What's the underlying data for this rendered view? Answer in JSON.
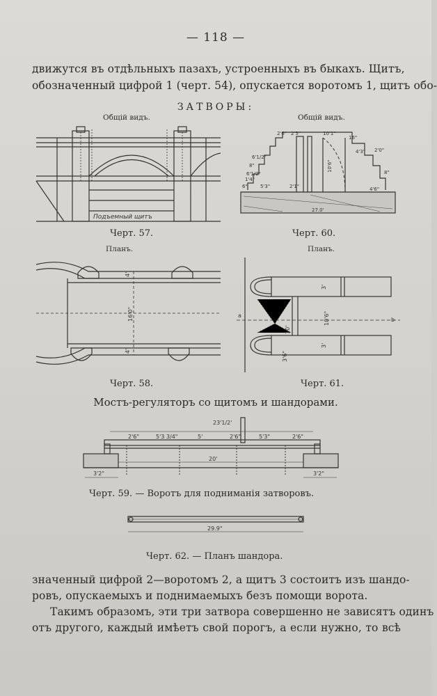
{
  "page_number": "— 118 —",
  "top_text": [
    "движутся въ отдѣльныхъ пазахъ, устроенныхъ въ быкахъ. Щитъ,",
    "обозначенный цифрой 1 (черт. 54), опускается воротомъ 1, щитъ обо-"
  ],
  "section_title": "ЗАТВОРЫ:",
  "figures": {
    "fig57": {
      "view_label": "Общій видъ.",
      "caption": "Черт. 57.",
      "inner_label": "Подъемный щитъ"
    },
    "fig60": {
      "view_label": "Общій видъ.",
      "caption": "Черт. 60.",
      "dims": {
        "d1": "2'6\"",
        "d2": "2'5\"",
        "d3": "10'1\"",
        "d4": "16\"",
        "d5": "4'3\"",
        "d6": "2'0\"",
        "d7": "10'6\"",
        "d8": "5'3\"",
        "d9": "2'1\"",
        "d10": "4'6\"",
        "d11": "27.0'",
        "d12": "6'1/2\"",
        "d13": "8\"",
        "d14": "6'1/2\"",
        "d15": "1'4\"",
        "d16": "6\"",
        "d17": "8\""
      }
    },
    "fig58": {
      "view_label": "Планъ.",
      "caption": "Черт. 58.",
      "dims": {
        "top": "4'",
        "middle": "16'0\"",
        "bottom": "4'"
      }
    },
    "fig61": {
      "view_label": "Планъ.",
      "caption": "Черт. 61.",
      "label_a": "a",
      "label_b": "b",
      "dims": {
        "top": "3'",
        "middle": "10'6\"",
        "bottom": "3'",
        "left_top": "10'",
        "left_bottom": "3'6\""
      }
    },
    "fig59": {
      "caption": "Черт. 59. — Воротъ для подниманія затворовъ.",
      "dims": {
        "total": "23'1/2'",
        "a": "2'6\"",
        "b": "5'3 3/4\"",
        "c": "5'",
        "d": "2'6\"",
        "e": "5'3\"",
        "f": "2'6\"",
        "span": "20'",
        "left": "3'2\"",
        "right": "3'2\""
      }
    },
    "fig62": {
      "caption": "Черт. 62. — Планъ шандора.",
      "dims": {
        "length": "29.9\""
      }
    }
  },
  "subheading": "Мостъ-регуляторъ со щитомъ и шандорами.",
  "bottom_text": [
    "значенный цифрой 2—воротомъ 2, а щитъ 3 состоитъ изъ шандо-",
    "ровъ, опускаемыхъ и поднимаемыхъ безъ помощи ворота.",
    "Такимъ образомъ, эти три затвора совершенно не зависятъ одинъ",
    "отъ другого, каждый имѣетъ свой порогъ, а если нужно, то всѣ"
  ]
}
